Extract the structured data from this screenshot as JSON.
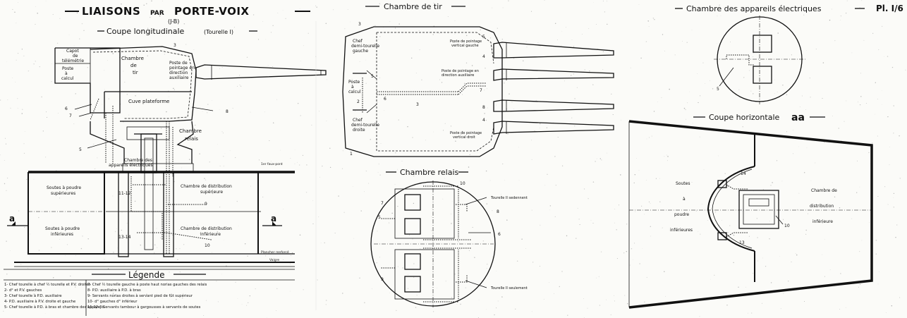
{
  "header": {
    "main_title": "LIAISONS PAR PORTE-VOIX",
    "title_par": "PAR",
    "title_left": "LIAISONS",
    "title_right": "PORTE-VOIX",
    "jb": "(J-B)",
    "plate": "Pl. I/6"
  },
  "sections": {
    "coupe_longitudinale": "Coupe longitudinale",
    "tourelle": "(Tourelle I)",
    "chambre_de_tir": "Chambre de tir",
    "chambre_relais": "Chambre relais",
    "chambre_appareils": "Chambre des appareils électriques",
    "coupe_horizontale": "Coupe horizontale",
    "coupe_horizontale_aa": "aa",
    "legende": "Légende"
  },
  "longitudinal": {
    "capot": "Capot de télémétrie",
    "poste_calcul": "Poste à calcul",
    "chambre_tir": "Chambre de tir",
    "poste_pointage": "Poste de pointage en direction auxiliaire",
    "cuve": "Cuve plateforme",
    "chambre_relais": "Chambre relais",
    "chambre_appareils": "Chambre des appareils électriques",
    "faux_pont": "1er faux-pont",
    "soutes_sup": "Soutes à poudre supérieures",
    "soutes_inf": "Soutes à poudre inférieures",
    "distrib_sup": "Chambre de distribution supérieure",
    "distrib_inf": "Chambre de distribution inférieure",
    "plancher": "Plancher renforcé",
    "vaigre": "Vaigre",
    "section_mark": "a",
    "nums": [
      "3",
      "6",
      "7",
      "5",
      "8",
      "9",
      "10",
      "11-12",
      "13-14"
    ]
  },
  "tir": {
    "chef_gauche": "Chef demi-tourelle gauche",
    "poste_calcul": "Poste à calcul",
    "chef_droite": "Chef demi-tourelle droite",
    "pointage_gauche": "Poste de pointage vertical gauche",
    "pointage_aux": "Poste de pointage en direction auxiliaire",
    "pointage_droit": "Poste de pointage vertical droit",
    "nums": [
      "3",
      "1",
      "5",
      "2",
      "6",
      "3",
      "4",
      "4",
      "8",
      "5",
      "7",
      "7",
      "8"
    ]
  },
  "relais": {
    "tourelle_sedennent": "Tourelle II sedennent",
    "tourelle_seulement": "Tourelle II seulement",
    "nums": [
      "10",
      "7",
      "5",
      "8",
      "6",
      "9"
    ]
  },
  "appareils": {
    "num": "5"
  },
  "horizontale": {
    "soutes": "Soutes à poudre inférieures",
    "soutes_lines": [
      "Soutes",
      "à",
      "poudre",
      "inférieures"
    ],
    "distrib_lines": [
      "Chambre de",
      "distribution",
      "inférieure"
    ],
    "nums": [
      "14",
      "13",
      "10"
    ]
  },
  "legend": {
    "left": [
      "1- Chef tourelle à chef ½ tourelle et P.V. droites",
      "2-                    d°                      et P.V. gauches",
      "3- Chef tourelle à P.D. auxiliaire",
      "4- P.D. auxiliaire à P.V. droite et gauche",
      "5- Chef tourelle à P.D. à bras et chambre des appareils"
    ],
    "right": [
      "7- Chef ½ tourelle gauche à poste haut norias gauches des relais",
      "8- P.D. auxiliaire à P.D. à bras",
      "9- Servants norias droites à servant pied de fût supérieur",
      "10-           d°          gauches             d°        inférieur",
      "11-12-} Servants tambour à gargousses à servants de soutes"
    ]
  }
}
